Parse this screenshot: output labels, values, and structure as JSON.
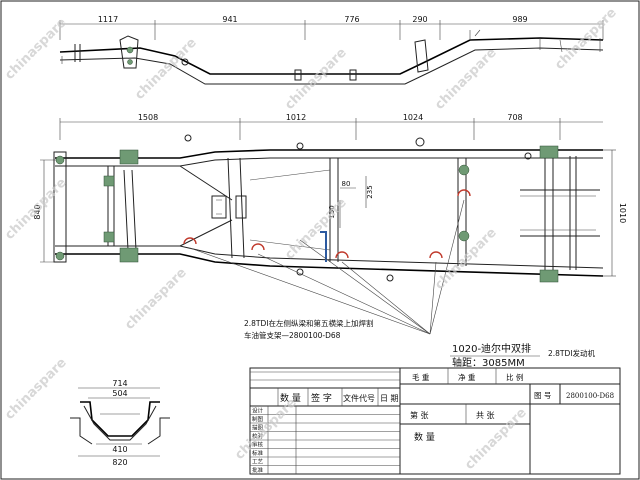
{
  "watermark": "chinaspare",
  "side_view": {
    "dims": [
      "1117",
      "941",
      "776",
      "290",
      "989"
    ]
  },
  "top_view": {
    "dims_top": [
      "1508",
      "1012",
      "1024",
      "708"
    ],
    "dim_left": "840",
    "dim_right": "1010",
    "dims_mid": [
      "80",
      "150",
      "235"
    ]
  },
  "annotation": {
    "line1": "2.8TDI在左侧纵梁和第五横梁上加焊割",
    "line2": "车油管支架—2800100-D68",
    "engine_note": "2.8TDI发动机"
  },
  "model": {
    "name": "1020-迪尔中双排",
    "wheelbase": "轴距：3085MM"
  },
  "section": {
    "dims": [
      "714",
      "504",
      "410",
      "820"
    ]
  },
  "title_block": {
    "weight": "毛 重",
    "net": "净 重",
    "ratio": "比 例",
    "qty_label": "数 量",
    "sign": "签 字",
    "doc_no": "文件代号",
    "date": "日 期",
    "drawing_no_label": "图 号",
    "drawing_no": "2800100-D68",
    "sheet": "第    张",
    "total": "共    张",
    "qty": "数 量",
    "rows": [
      "设计",
      "制图",
      "描图",
      "校对",
      "审核",
      "标准",
      "工艺",
      "批准"
    ]
  }
}
